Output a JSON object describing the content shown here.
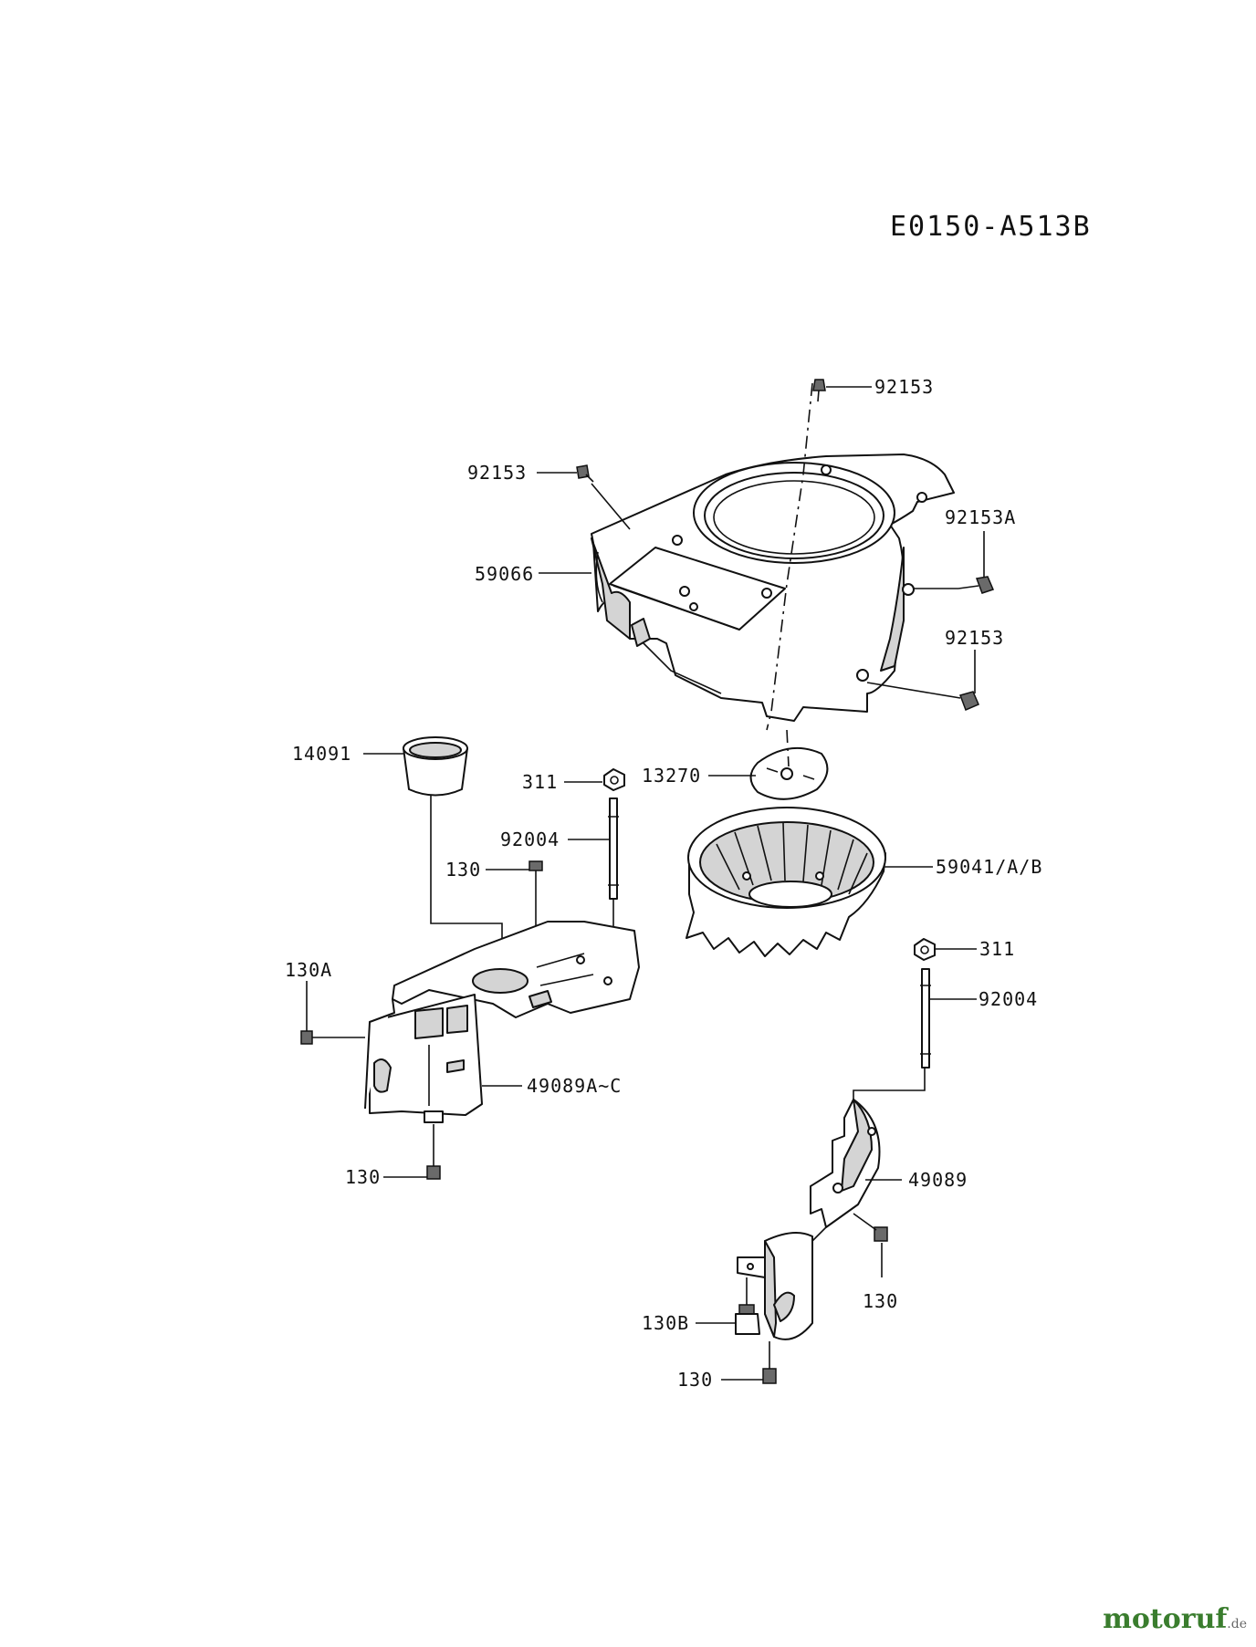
{
  "diagram": {
    "ref_code": "E0150-A513B",
    "labels": [
      {
        "id": "p92153_top",
        "text": "92153"
      },
      {
        "id": "p92153_left",
        "text": "92153"
      },
      {
        "id": "p92153A",
        "text": "92153A"
      },
      {
        "id": "p59066",
        "text": "59066"
      },
      {
        "id": "p92153_right",
        "text": "92153"
      },
      {
        "id": "p14091",
        "text": "14091"
      },
      {
        "id": "p311_left",
        "text": "311"
      },
      {
        "id": "p13270",
        "text": "13270"
      },
      {
        "id": "p92004_left",
        "text": "92004"
      },
      {
        "id": "p59041",
        "text": "59041/A/B"
      },
      {
        "id": "p130_a",
        "text": "130"
      },
      {
        "id": "p311_right",
        "text": "311"
      },
      {
        "id": "p130A",
        "text": "130A"
      },
      {
        "id": "p92004_right",
        "text": "92004"
      },
      {
        "id": "p49089AC",
        "text": "49089A~C"
      },
      {
        "id": "p130_b",
        "text": "130"
      },
      {
        "id": "p49089",
        "text": "49089"
      },
      {
        "id": "p130_c",
        "text": "130"
      },
      {
        "id": "p130B",
        "text": "130B"
      },
      {
        "id": "p130_d",
        "text": "130"
      }
    ]
  },
  "watermark": {
    "logo_text": "motoruf",
    "logo_suffix": ".de",
    "color": "#3a7d2e"
  }
}
